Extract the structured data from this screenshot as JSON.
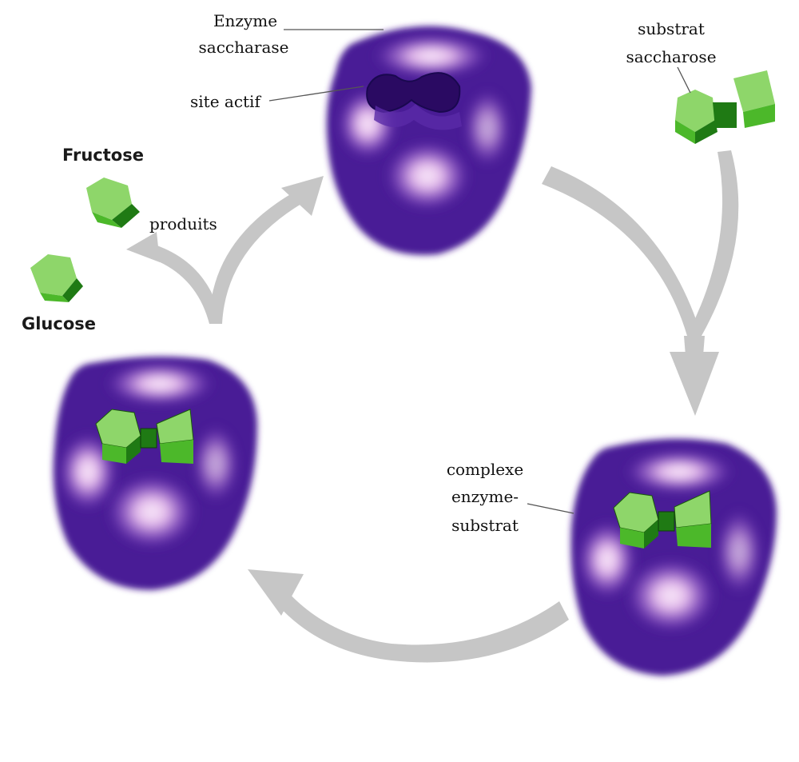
{
  "labels": {
    "enzyme_line1": "Enzyme",
    "enzyme_line2": "saccharase",
    "active_site": "site actif",
    "substrate_line1": "substrat",
    "substrate_line2": "saccharose",
    "products": "produits",
    "fructose": "Fructose",
    "glucose": "Glucose",
    "complex_line1": "complexe",
    "complex_line2": "enzyme-",
    "complex_line3": "substrat"
  },
  "colors": {
    "enzyme_body": "#4a1a96",
    "enzyme_edge": "#8a5cc8",
    "enzyme_highlight": "#f2d8f2",
    "sugar_light": "#8ed66a",
    "sugar_mid": "#4cb82a",
    "sugar_dark": "#1f7a14",
    "arrow": "#c6c6c6",
    "leader_line": "#555555"
  }
}
